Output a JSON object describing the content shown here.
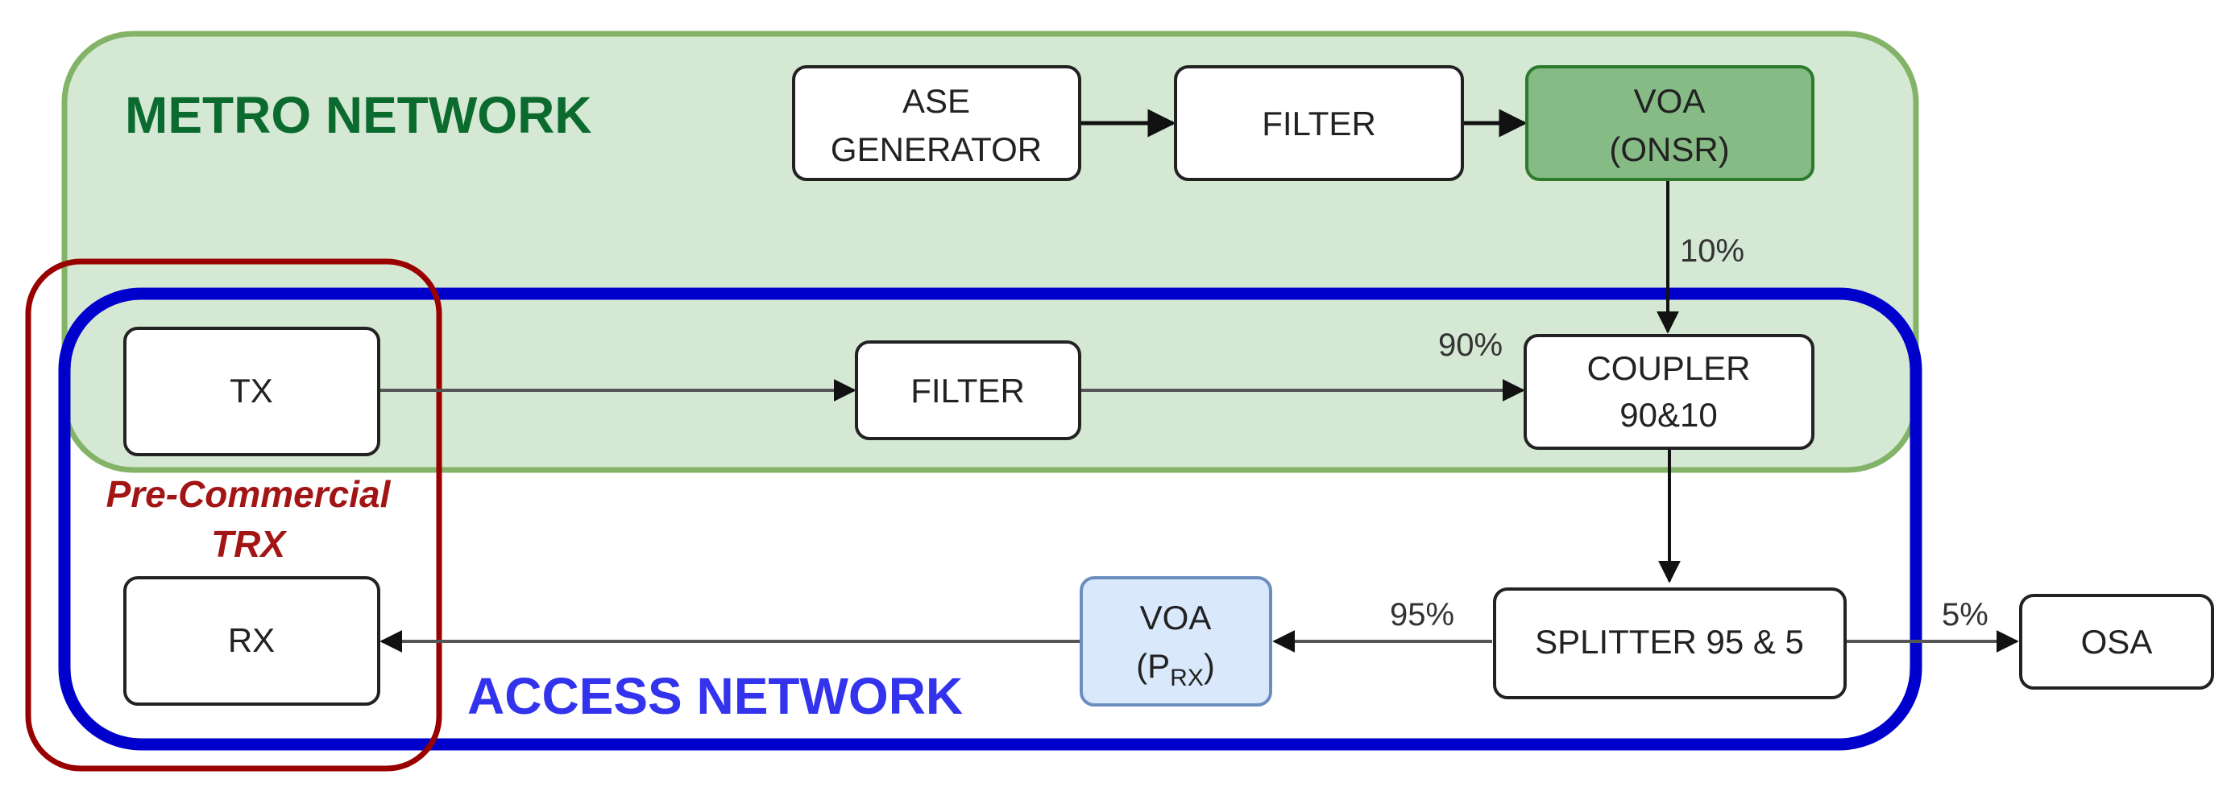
{
  "regions": {
    "metro": {
      "title": "METRO NETWORK",
      "title_color": "#0b6b2e",
      "fill": "#d5e8d4",
      "stroke": "#82b366"
    },
    "access": {
      "title": "ACCESS NETWORK",
      "title_color": "#3333ee",
      "stroke": "#0000cc"
    },
    "trx": {
      "line1": "Pre-Commercial",
      "line2": "TRX",
      "stroke": "#990000"
    }
  },
  "blocks": {
    "ase_generator": {
      "line1": "ASE",
      "line2": "GENERATOR"
    },
    "metro_filter": {
      "label": "FILTER"
    },
    "voa_onsr": {
      "line1": "VOA",
      "line2": "(ONSR)",
      "fill": "#87bb85",
      "stroke": "#2d7a2d"
    },
    "tx": {
      "label": "TX"
    },
    "access_filter": {
      "label": "FILTER"
    },
    "coupler": {
      "line1": "COUPLER",
      "line2": "90&10"
    },
    "rx": {
      "label": "RX"
    },
    "voa_prx": {
      "line1": "VOA",
      "line2_main": "(P",
      "line2_sub": "RX",
      "line2_end": ")",
      "fill": "#dae8fc",
      "stroke": "#6c8ebf"
    },
    "splitter": {
      "label": "SPLITTER 95 & 5"
    },
    "osa": {
      "label": "OSA"
    }
  },
  "percentages": {
    "voa_to_coupler": "10%",
    "filter_to_coupler": "90%",
    "splitter_to_voa": "95%",
    "splitter_to_osa": "5%"
  }
}
